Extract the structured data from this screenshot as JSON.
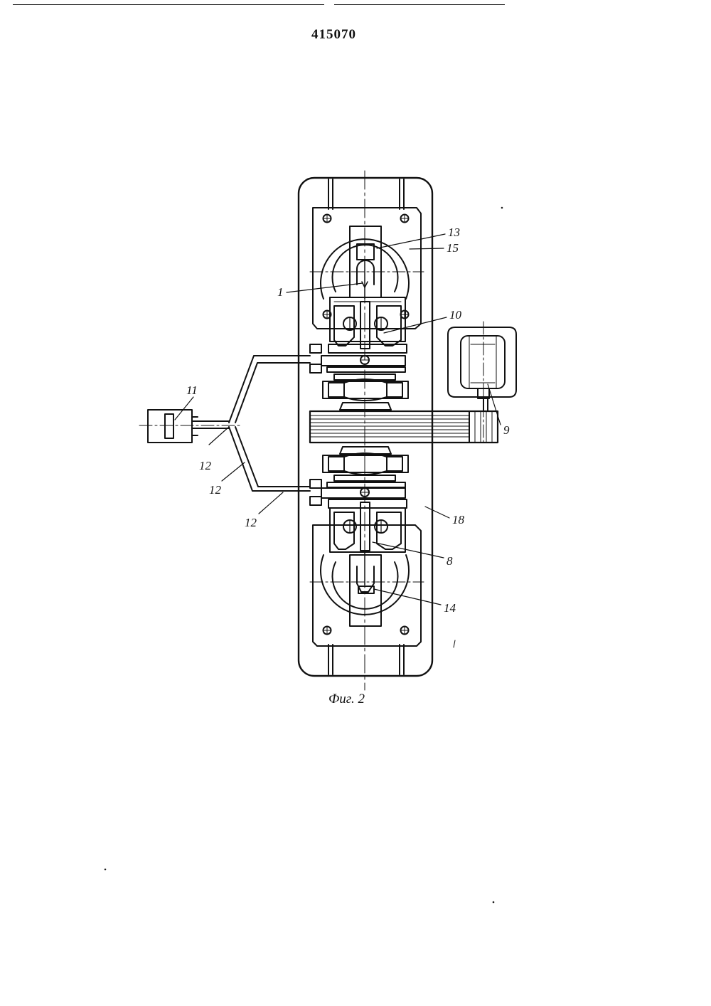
{
  "document": {
    "patent_number": "415070",
    "figure_caption": "Фиг. 2"
  },
  "labels": {
    "l1": "1",
    "l8": "8",
    "l9": "9",
    "l10": "10",
    "l11": "11",
    "l12a": "12",
    "l12b": "12",
    "l12c": "12",
    "l13": "13",
    "l14": "14",
    "l15": "15",
    "l18": "18"
  }
}
